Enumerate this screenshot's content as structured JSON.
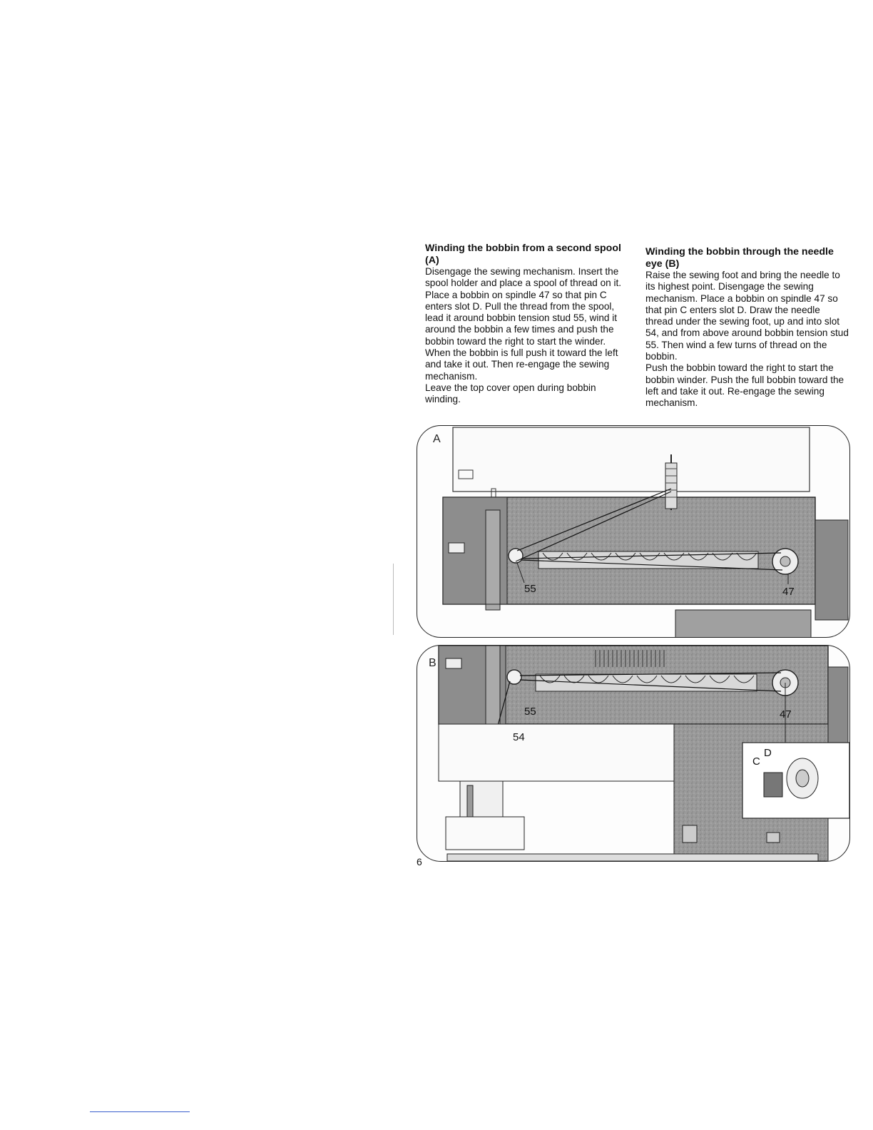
{
  "section_a": {
    "heading": "Winding the bobbin from a second spool (A)",
    "body": [
      "Disengage the sewing mechanism. Insert the spool holder and place a spool of thread on it. Place a bobbin on spindle 47 so that pin C enters slot D. Pull the thread from the spool, lead it around bobbin tension stud 55, wind it around the bobbin a few times and push the bobbin toward the right to start the winder. When the bobbin is full push it toward the left and take it out. Then re-engage the sewing mechanism.",
      "Leave the top cover open during bobbin winding."
    ]
  },
  "section_b": {
    "heading": "Winding the bobbin through the needle eye (B)",
    "body": [
      "Raise the sewing foot and bring the needle to its highest point. Disengage the sewing mechanism. Place a bobbin on spindle 47 so that pin C enters slot D. Draw the needle thread under the sewing foot, up and into slot 54, and from above around bobbin tension stud 55. Then wind a few turns of thread on the bobbin.",
      "Push the bobbin toward the right to start the bobbin winder. Push the full bobbin toward the left and take it out. Re-engage the sewing mechanism."
    ]
  },
  "figure_a": {
    "letter": "A",
    "callouts": {
      "tension_stud": "55",
      "spindle": "47"
    }
  },
  "figure_b": {
    "letter": "B",
    "callouts": {
      "tension_stud": "55",
      "slot": "54",
      "spindle": "47",
      "pin": "C",
      "slot_letter": "D"
    }
  },
  "page_number": "6"
}
